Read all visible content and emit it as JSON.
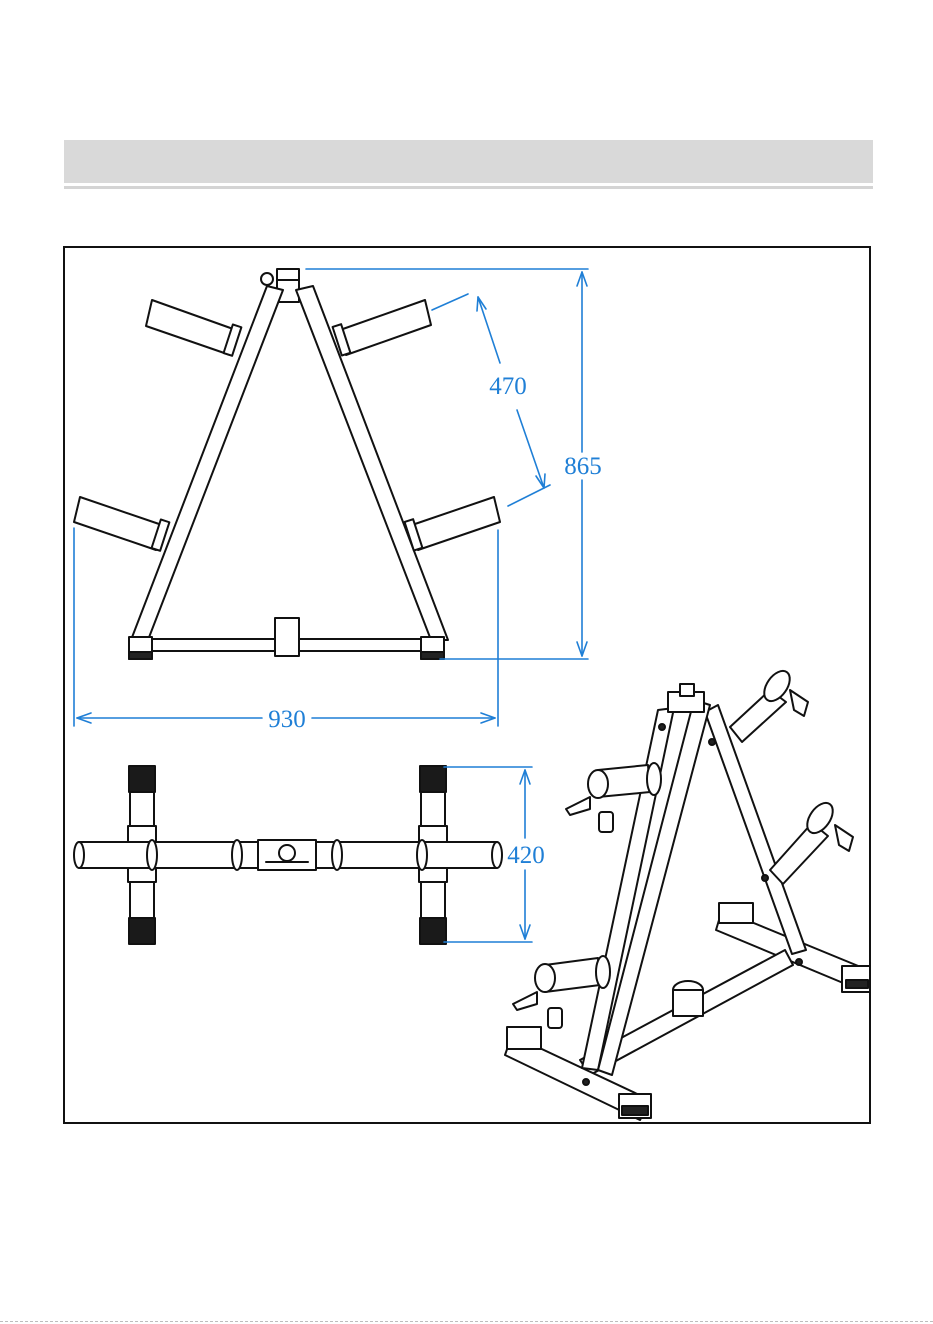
{
  "dimensions": {
    "width": "930",
    "height": "865",
    "arm_length": "470",
    "depth": "420"
  },
  "colors": {
    "dimension_line": "#1f7fd6",
    "drawing_stroke": "#111111",
    "header_bar": "#d9d9d9"
  }
}
